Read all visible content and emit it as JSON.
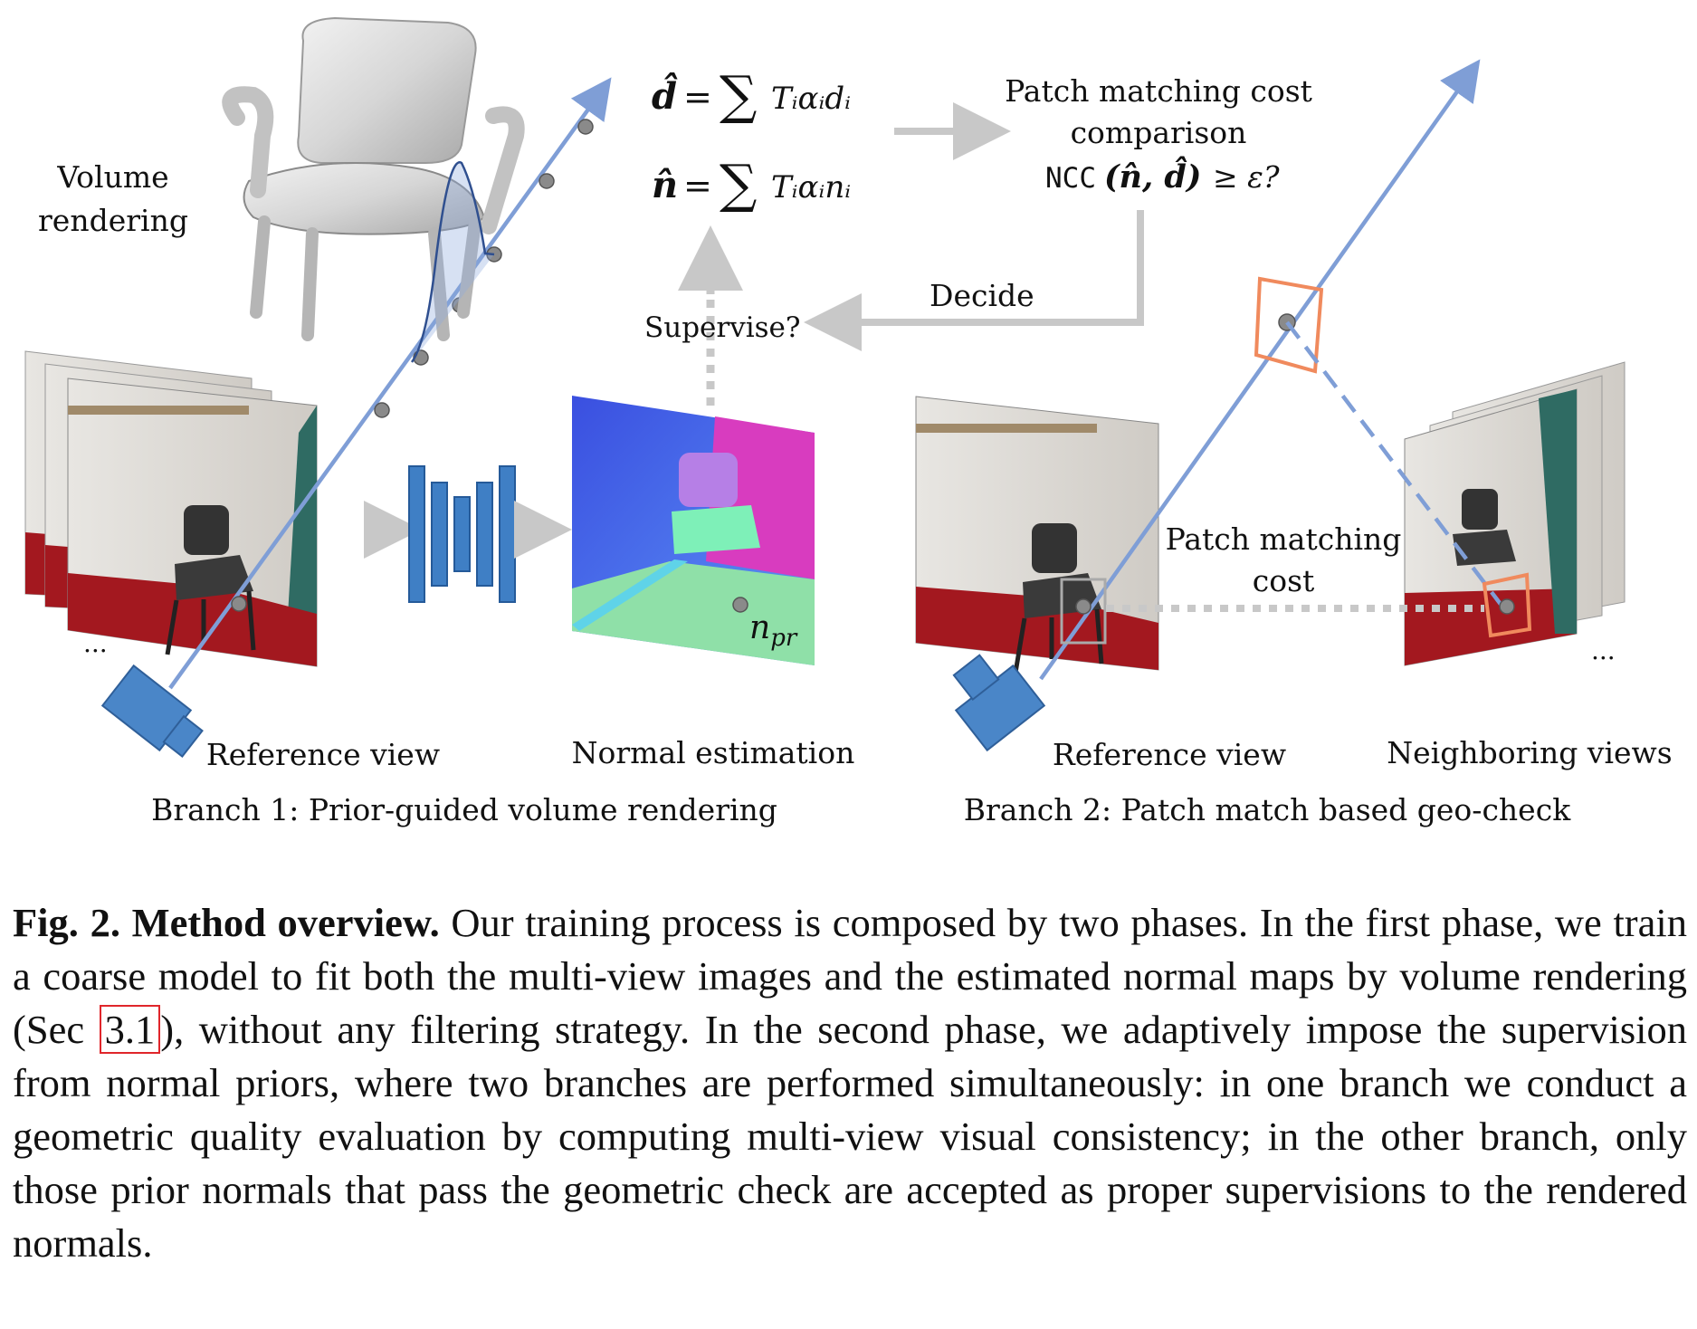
{
  "figure": {
    "labels": {
      "volume_rendering_line1": "Volume",
      "volume_rendering_line2": "rendering",
      "patch_cost_line1": "Patch matching cost",
      "patch_cost_line2": "comparison",
      "ncc_prefix": "NCC",
      "ncc_args": "(n̂, d̂)",
      "ncc_suffix": "≥ ε?",
      "decide": "Decide",
      "supervise": "Supervise?",
      "npr": "n",
      "npr_sub": "pr",
      "reference_view_1": "Reference view",
      "normal_estimation": "Normal estimation",
      "branch1": "Branch 1: Prior-guided volume rendering",
      "patch_cost2_line1": "Patch matching",
      "patch_cost2_line2": "cost",
      "reference_view_2": "Reference view",
      "neighboring_views": "Neighboring views",
      "branch2": "Branch 2: Patch match based geo-check",
      "ellipsis_left": "...",
      "ellipsis_right": "..."
    },
    "equations": {
      "d_lhs": "d̂",
      "n_lhs": "n̂",
      "equals": "=",
      "sum": "∑",
      "d_rhs": "Tᵢαᵢdᵢ",
      "n_rhs": "Tᵢαᵢnᵢ"
    },
    "colors": {
      "ray_blue": "#7f9ed6",
      "camera_blue": "#4a86c8",
      "network_blue": "#3f7fc5",
      "arrow_gray": "#c8c8c8",
      "patch_orange": "#f08a5d",
      "floor_red": "#a3181f",
      "wall_gray": "#d8d5d0"
    }
  },
  "caption": {
    "label": "Fig. 2. Method overview.",
    "text_before_ref": " Our training process is composed by two phases. In the first phase, we train a coarse model to fit both the multi-view images and the estimated normal maps by volume rendering (Sec ",
    "ref": "3.1",
    "text_after_ref": "), without any filtering strategy. In the second phase, we adaptively impose the supervision from normal priors, where two branches are performed simultaneously: in one branch we conduct a geometric quality evaluation by computing multi-view visual consistency; in the other branch, only those prior normals that pass the geometric check are accepted as proper supervisions to the rendered normals."
  }
}
